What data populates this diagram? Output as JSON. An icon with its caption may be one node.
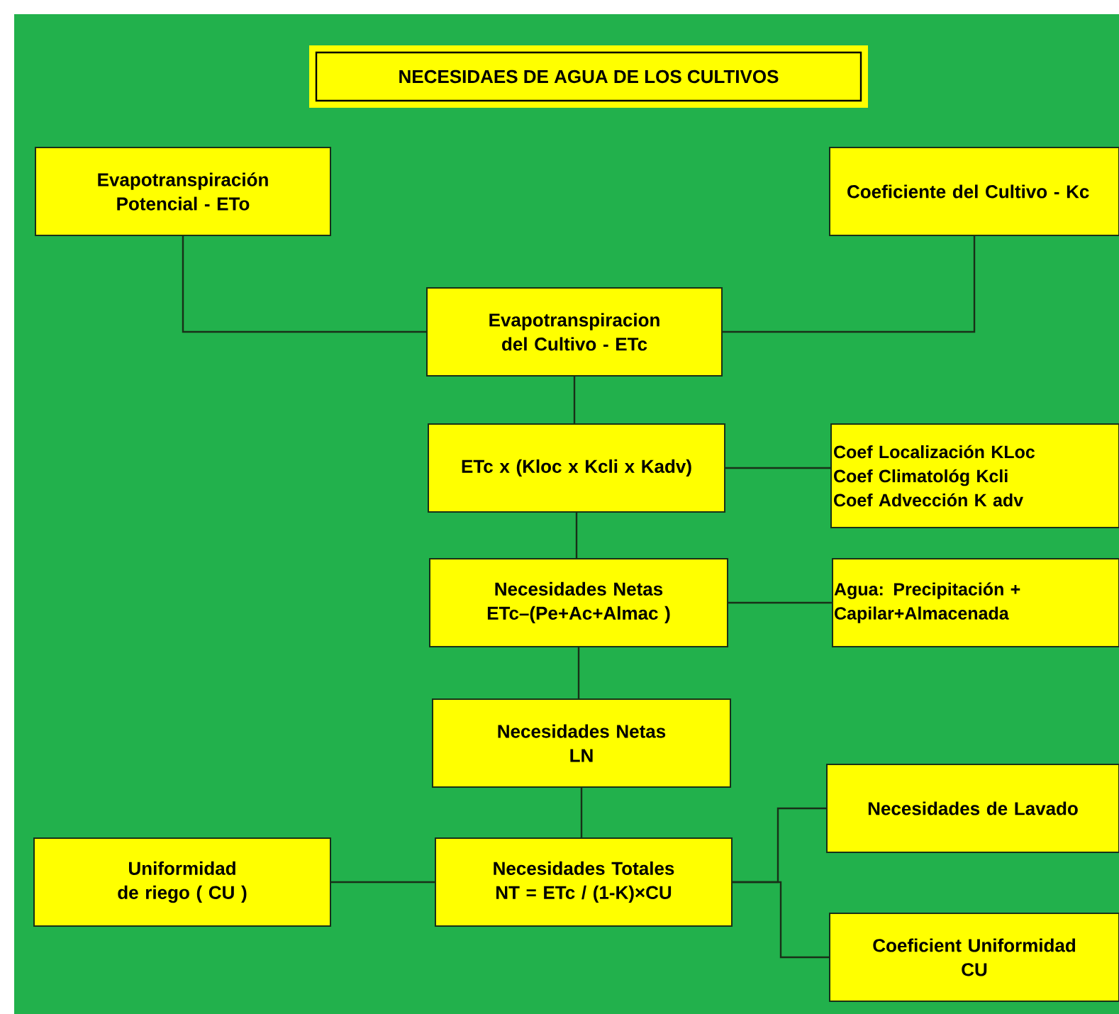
{
  "diagram": {
    "title": "NECESIDAES DE AGUA DE LOS CULTIVOS",
    "nodes": [
      {
        "text": [
          "Evapotranspiración Potencial - ETo"
        ]
      },
      {
        "text": [
          "Coeficiente del Cultivo - Kc"
        ]
      },
      {
        "text": [
          "Evapotranspiracion del Cultivo - ETc"
        ]
      },
      {
        "text": [
          "ETc x (Kloc x Kcli x Kadv)"
        ]
      },
      {
        "text": [
          "Coef Localización KLoc",
          "Coef Climatológ Kcli",
          "Coef Advección K adv"
        ]
      },
      {
        "text": [
          "Necesidades Netas",
          "ETc–(Pe+Ac+Almac )"
        ]
      },
      {
        "text": [
          "Agua: Precipitación + Capilar+Almacenada"
        ]
      },
      {
        "text": [
          "Necesidades Netas",
          "LN"
        ]
      },
      {
        "text": [
          "Uniformidad de riego ( CU )"
        ]
      },
      {
        "text": [
          "Necesidades Totales",
          "NT = ETc / (1-K)×CU"
        ]
      },
      {
        "text": [
          "Necesidades de Lavado"
        ]
      },
      {
        "text": [
          "Coeficient Uniformidad",
          "CU"
        ]
      }
    ],
    "edges": [
      {
        "from": 0,
        "to": 2,
        "arrow": "none"
      },
      {
        "from": 1,
        "to": 2,
        "arrow": "none"
      },
      {
        "from": 2,
        "to": 3,
        "arrow": "none"
      },
      {
        "from": 3,
        "to": 4,
        "arrow": "none"
      },
      {
        "from": 3,
        "to": 5,
        "arrow": "none"
      },
      {
        "from": 5,
        "to": 6,
        "arrow": "none"
      },
      {
        "from": 5,
        "to": 7,
        "arrow": "none"
      },
      {
        "from": 7,
        "to": 9,
        "arrow": "none"
      },
      {
        "from": 8,
        "to": 9,
        "arrow": "none"
      },
      {
        "from": 9,
        "to": 10,
        "arrow": "none"
      },
      {
        "from": 9,
        "to": 11,
        "arrow": "none"
      }
    ]
  }
}
